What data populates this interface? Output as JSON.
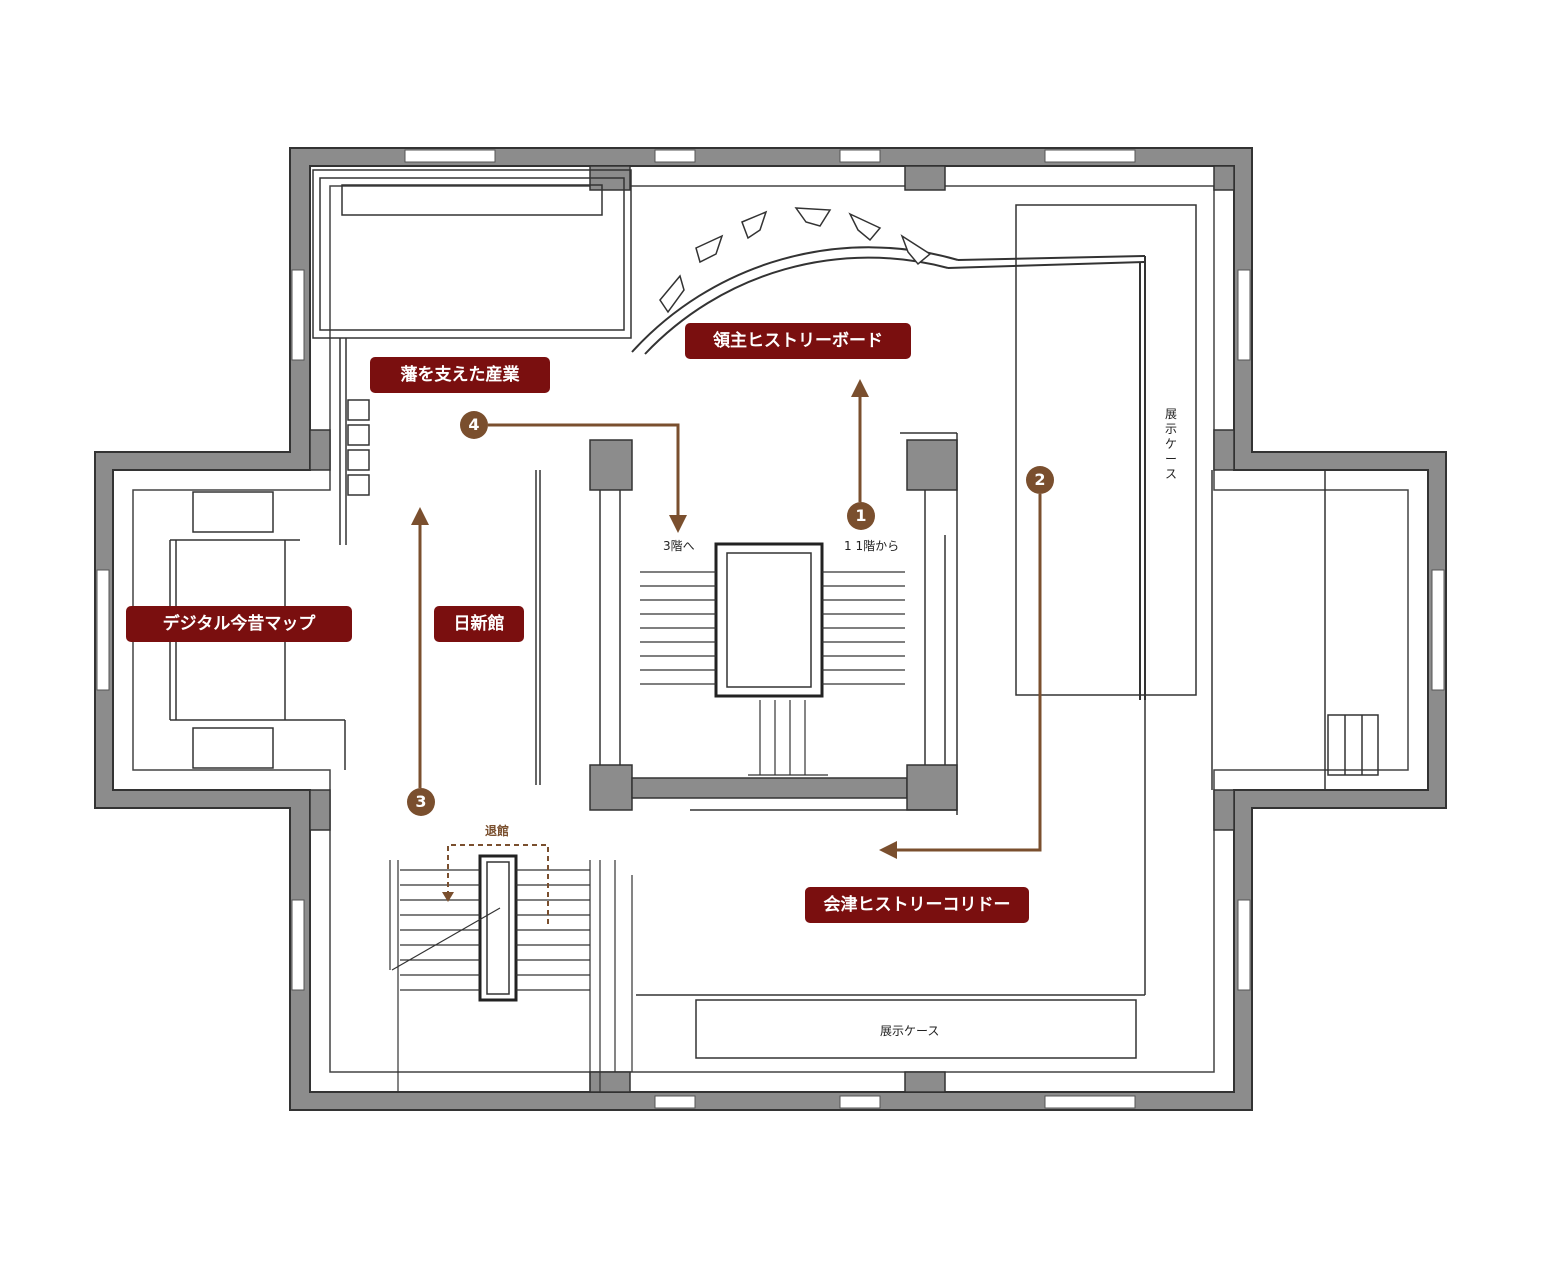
{
  "zones": {
    "lord_history_board": "領主ヒストリーボード",
    "supporting_industries": "藩を支えた産業",
    "digital_map": "デジタル今昔マップ",
    "nisshinkan": "日新館",
    "aizu_history_corridor": "会津ヒストリーコリドー"
  },
  "route": {
    "step1": "1",
    "step2": "2",
    "step3": "3",
    "step4": "4"
  },
  "notes": {
    "from_first_floor": "1階から",
    "to_third_floor": "3階へ",
    "exit": "退館",
    "display_case_right": "展示ケース",
    "display_case_bottom": "展示ケース"
  },
  "colors": {
    "label_bg": "#7a0f0f",
    "route": "#7a4f2e",
    "wall": "#8c8c8c"
  }
}
